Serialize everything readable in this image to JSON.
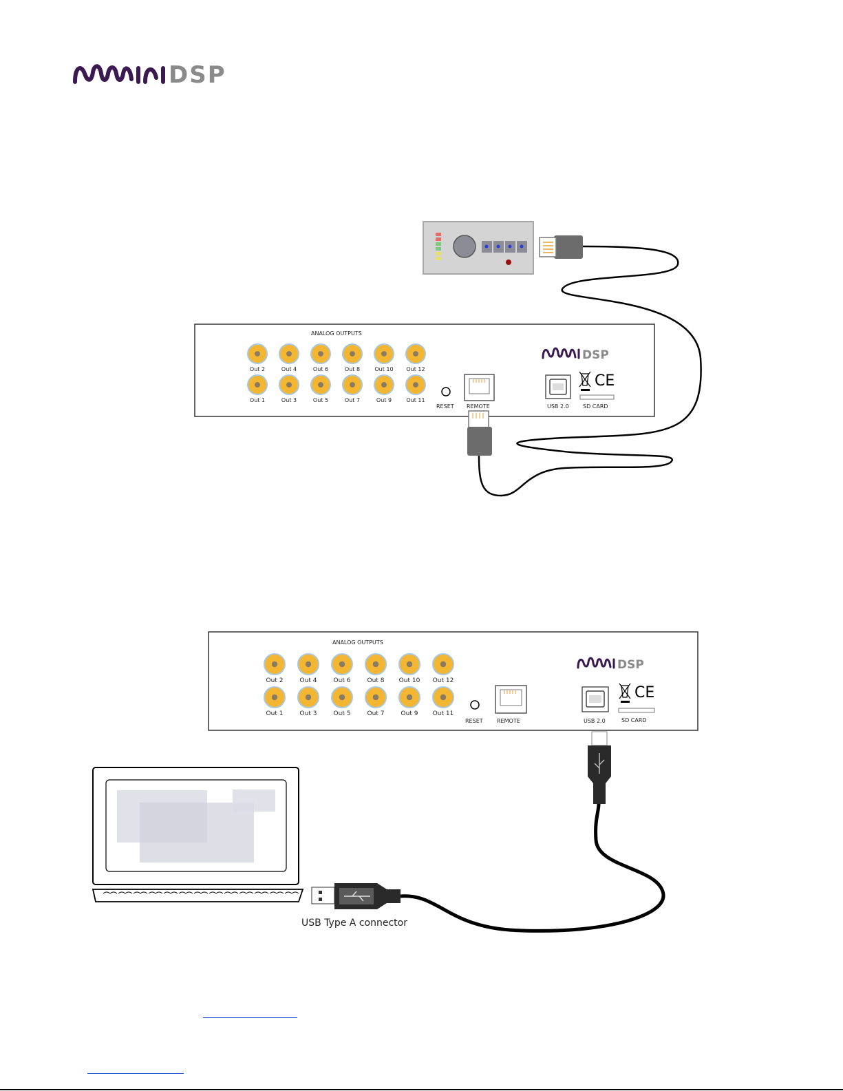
{
  "brand": {
    "name_left": "mini",
    "name_right": "DSP",
    "color_primary": "#3b1a52",
    "color_secondary": "#8a8a8a"
  },
  "device_panel": {
    "section_label": "ANALOG OUTPUTS",
    "outputs_top": [
      "Out 2",
      "Out 4",
      "Out 6",
      "Out 8",
      "Out 10",
      "Out 12"
    ],
    "outputs_bottom": [
      "Out 1",
      "Out 3",
      "Out 5",
      "Out 7",
      "Out 9",
      "Out 11"
    ],
    "reset_label": "RESET",
    "remote_label": "REMOTE",
    "usb_label": "USB 2.0",
    "sd_label": "SD CARD",
    "ce_mark": "CE",
    "jack_color": "#f2b632"
  },
  "usb_diagram": {
    "connector_label": "USB Type A connector"
  }
}
